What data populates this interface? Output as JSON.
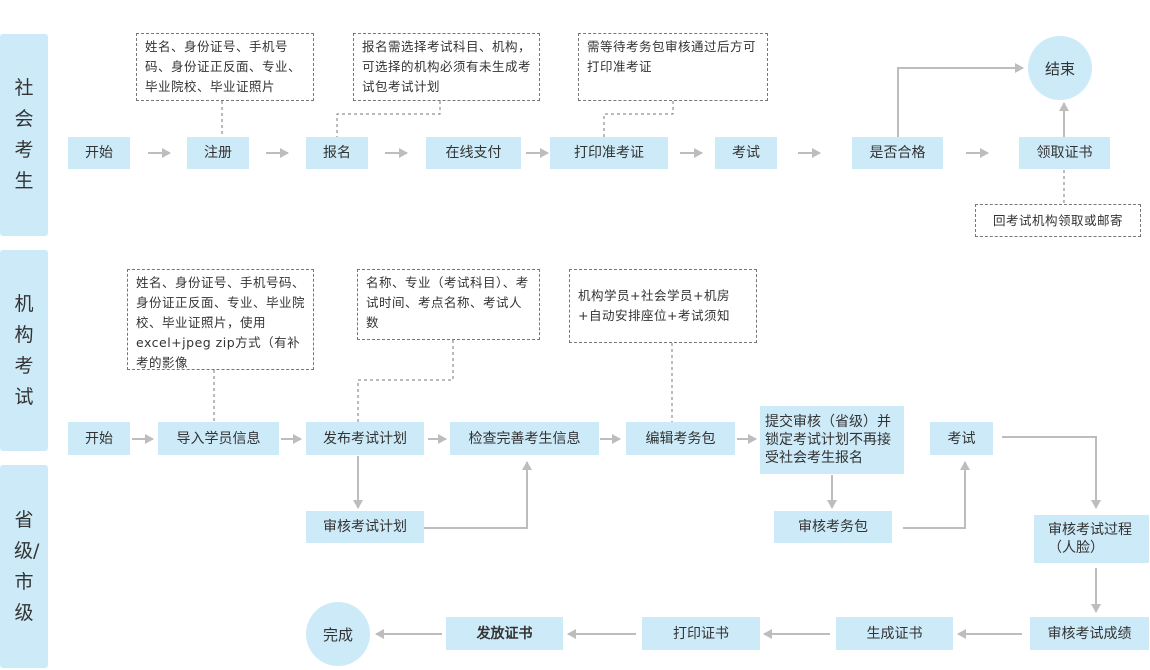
{
  "lanes": {
    "social": "社会考生",
    "org": "机构考试",
    "prov": "省级/市级"
  },
  "social": {
    "start": "开始",
    "register": "注册",
    "signup": "报名",
    "pay": "在线支付",
    "print_ticket": "打印准考证",
    "exam": "考试",
    "pass": "是否合格",
    "get_cert": "领取证书",
    "end": "结束",
    "note_register": "姓名、身份证号、手机号码、身份证正反面、专业、毕业院校、毕业证照片",
    "note_signup": "报名需选择考试科目、机构，可选择的机构必须有未生成考试包考试计划",
    "note_print": "需等待考务包审核通过后方可打印准考证",
    "note_cert": "回考试机构领取或邮寄"
  },
  "org": {
    "start": "开始",
    "import": "导入学员信息",
    "publish": "发布考试计划",
    "check": "检查完善考生信息",
    "edit_pack": "编辑考务包",
    "submit": "提交审核（省级）并锁定考试计划不再接受社会考生报名",
    "exam": "考试",
    "note_import": "姓名、身份证号、手机号码、身份证正反面、专业、毕业院校、毕业证照片，使用excel+jpeg zip方式（有补考的影像",
    "note_publish": "名称、专业（考试科目）、考试时间、考点名称、考试人数",
    "note_pack": "机构学员+社会学员+机房+自动安排座位+考试须知"
  },
  "prov": {
    "review_plan": "审核考试计划",
    "review_pack": "审核考务包",
    "review_process": "审核考试过程（人脸）",
    "review_score": "审核考试成绩",
    "gen_cert": "生成证书",
    "print_cert": "打印证书",
    "issue_cert": "发放证书",
    "done": "完成"
  },
  "colors": {
    "box": "#cdeaf8",
    "arrow": "#bdbdbd",
    "note_border": "#777777",
    "text": "#333333"
  }
}
